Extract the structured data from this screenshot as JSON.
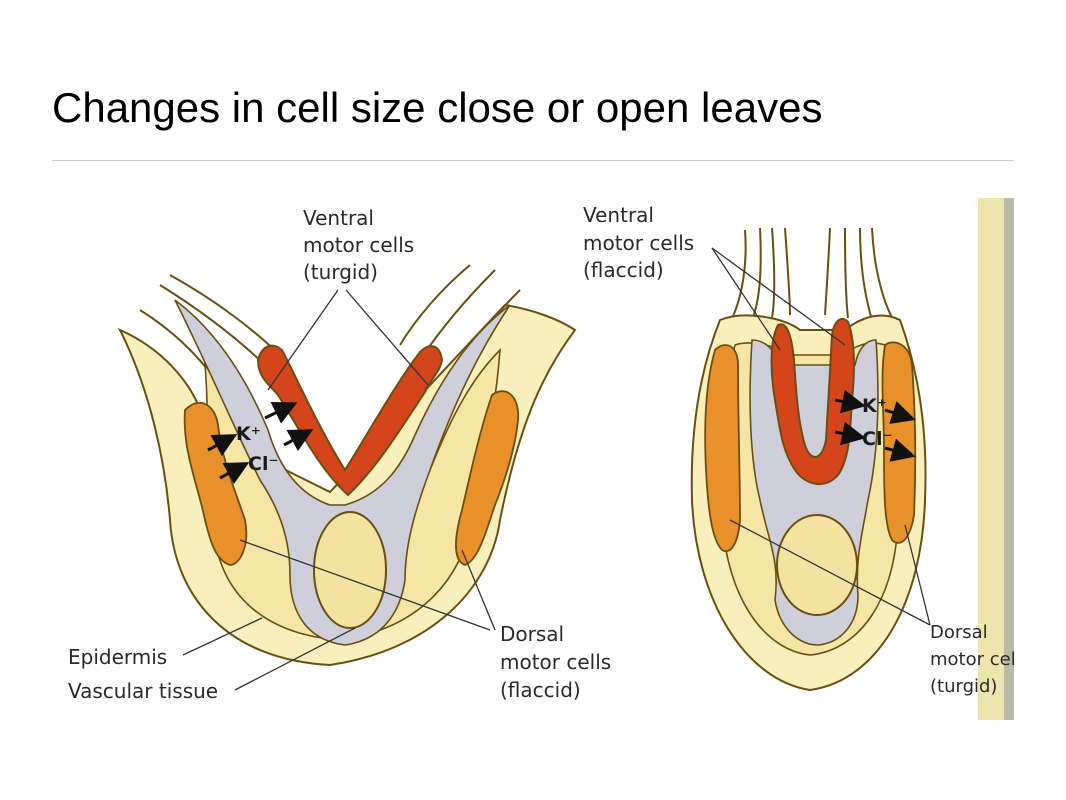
{
  "slide": {
    "title": "Changes in cell size close or open leaves"
  },
  "left_diagram": {
    "ventral_label": [
      "Ventral",
      "motor cells",
      "(turgid)"
    ],
    "dorsal_label": [
      "Dorsal",
      "motor cells",
      "(flaccid)"
    ],
    "epidermis_label": "Epidermis",
    "vascular_label": "Vascular tissue",
    "ion_k": "K⁺",
    "ion_cl": "Cl⁻"
  },
  "right_diagram": {
    "ventral_label": [
      "Ventral",
      "motor cells",
      "(flaccid)"
    ],
    "dorsal_label": [
      "Dorsal",
      "motor cel",
      "(turgid)"
    ],
    "ion_k": "K⁺",
    "ion_cl": "Cl⁻"
  },
  "colors": {
    "background": "#ffffff",
    "epidermis_fill": "#f9efbd",
    "cortex_fill": "#f6e6a6",
    "vascular_fill": "#cfcfdc",
    "ventral_turgid": "#d4451b",
    "dorsal_orange": "#e8902a",
    "outline": "#6b4f10",
    "edge_strip": "#ece6ae"
  }
}
